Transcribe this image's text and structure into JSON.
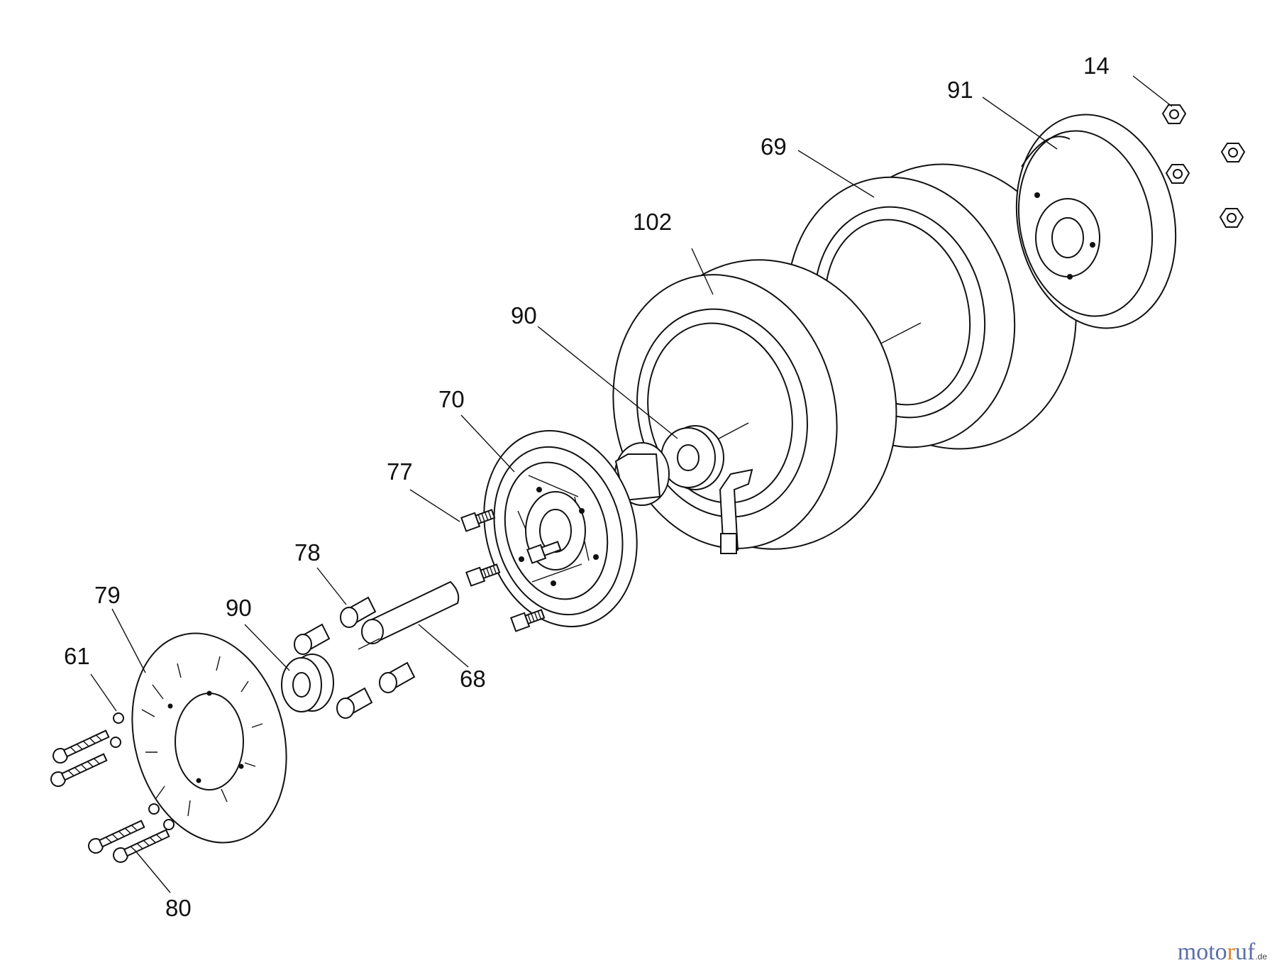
{
  "diagram": {
    "labels": {
      "p14": "14",
      "p91": "91",
      "p69": "69",
      "p102": "102",
      "p90_upper": "90",
      "p70": "70",
      "p77": "77",
      "p78": "78",
      "p79": "79",
      "p90_lower": "90",
      "p61": "61",
      "p68": "68",
      "p80": "80"
    }
  },
  "watermark": {
    "part1": "moto",
    "part2": "r",
    "part3": "uf",
    "tld": ".de",
    "colors": {
      "primary": "#5a6ea8",
      "accent": "#d9862b"
    }
  }
}
